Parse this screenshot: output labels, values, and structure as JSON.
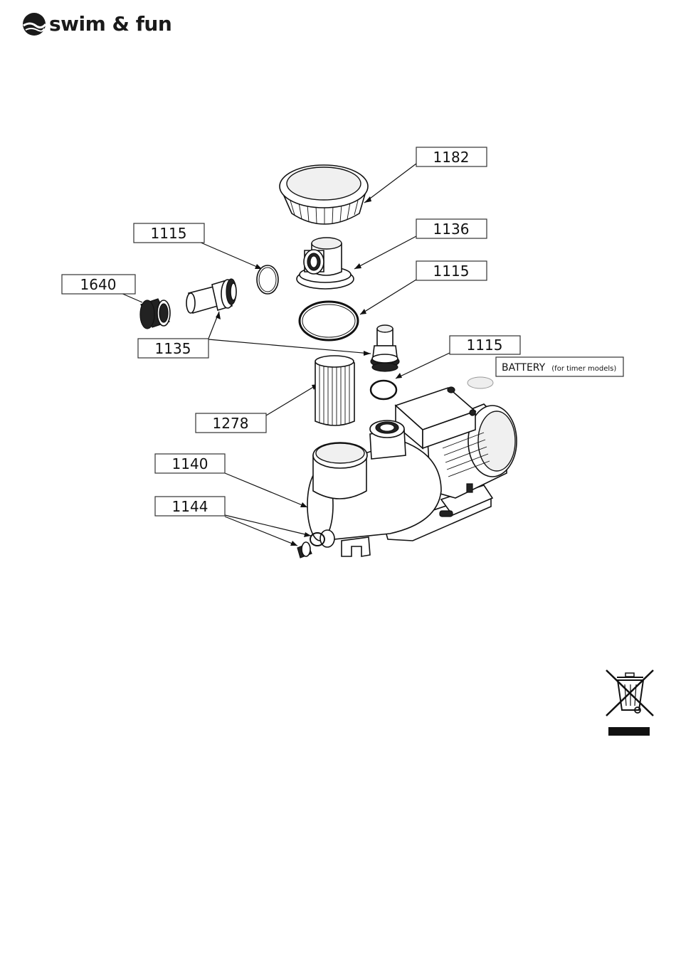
{
  "brand": {
    "name": "swim & fun"
  },
  "labels": {
    "cap": "1182",
    "oring_left": "1115",
    "lid_housing": "1136",
    "oring_mid": "1115",
    "adapter": "1640",
    "hose_connector": "1135",
    "oring_right": "1115",
    "battery_main": "BATTERY",
    "battery_note": "(for timer models)",
    "filter": "1278",
    "pump_body": "1140",
    "drain_plug": "1144"
  },
  "icons": {
    "logo": "swim-fun-logo-icon",
    "weee": "crossed-out-wheelie-bin-icon"
  }
}
